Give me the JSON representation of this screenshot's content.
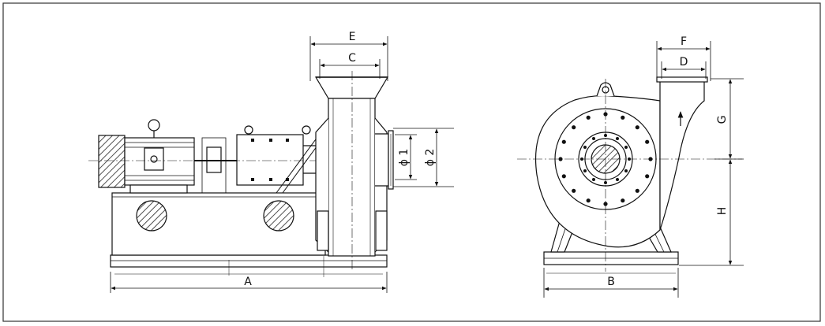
{
  "labels": {
    "A": "A",
    "B": "B",
    "C": "C",
    "D": "D",
    "E": "E",
    "F": "F",
    "G": "G",
    "H": "H",
    "phi1": "ϕ 1",
    "phi2": "ϕ 2"
  },
  "colors": {
    "line": "#111111",
    "frame": "#333333",
    "hatch": "#222222",
    "background": "#ffffff"
  }
}
